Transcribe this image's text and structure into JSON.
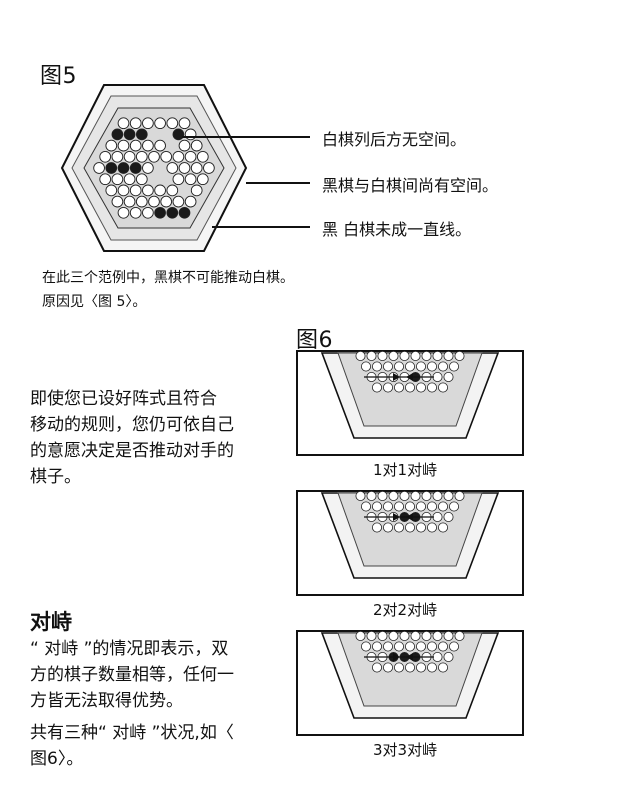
{
  "fig5": {
    "title": "图5",
    "callouts": [
      "白棋列后方无空间。",
      "黑棋与白棋间尚有空间。",
      "黑 白棋未成一直线。"
    ],
    "note_line1": "在此三个范例中，黑棋不可能推动白棋。",
    "note_line2": "原因见〈图 5〉。"
  },
  "fig6": {
    "title": "图6",
    "captions": [
      "1对1对峙",
      "2对2对峙",
      "3对3对峙"
    ]
  },
  "text": {
    "para1_lines": [
      "即使您已设好阵式且符合",
      "移动的规则，您仍可依自己",
      "的意愿决定是否推动对手的",
      "棋子。"
    ],
    "heading": "对峙",
    "para2_lines": [
      "“ 对峙 ”的情况即表示，双",
      "方的棋子数量相等，任何一",
      "方皆无法取得优势。"
    ],
    "para3_lines": [
      "共有三种“ 对峙 ”状况,如〈",
      "图6〉。"
    ]
  },
  "colors": {
    "ink": "#111111",
    "board_fill": "#d9d9d9",
    "frame_fill": "#efefef",
    "black_marble": "#1a1a1a",
    "white_marble": "#ffffff"
  }
}
